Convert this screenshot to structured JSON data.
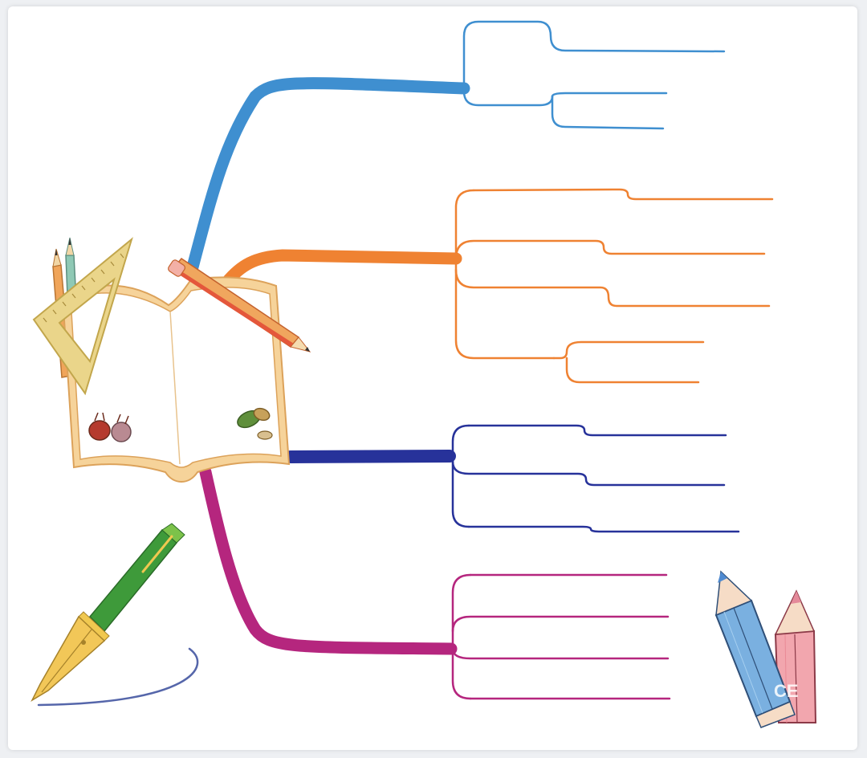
{
  "diagram": {
    "type": "mind-map-template",
    "central_image": "open-book-with-pencils-and-ruler",
    "branches": [
      {
        "name": "blue",
        "color": "#3f8fd0",
        "leaves": 3
      },
      {
        "name": "orange",
        "color": "#ef8232",
        "leaves": 5
      },
      {
        "name": "navy",
        "color": "#27329a",
        "leaves": 3
      },
      {
        "name": "magenta",
        "color": "#b5267e",
        "leaves": 4
      }
    ],
    "decorations": [
      "fountain-pen-icon",
      "colored-pencils-icon"
    ]
  },
  "watermark": "CE"
}
